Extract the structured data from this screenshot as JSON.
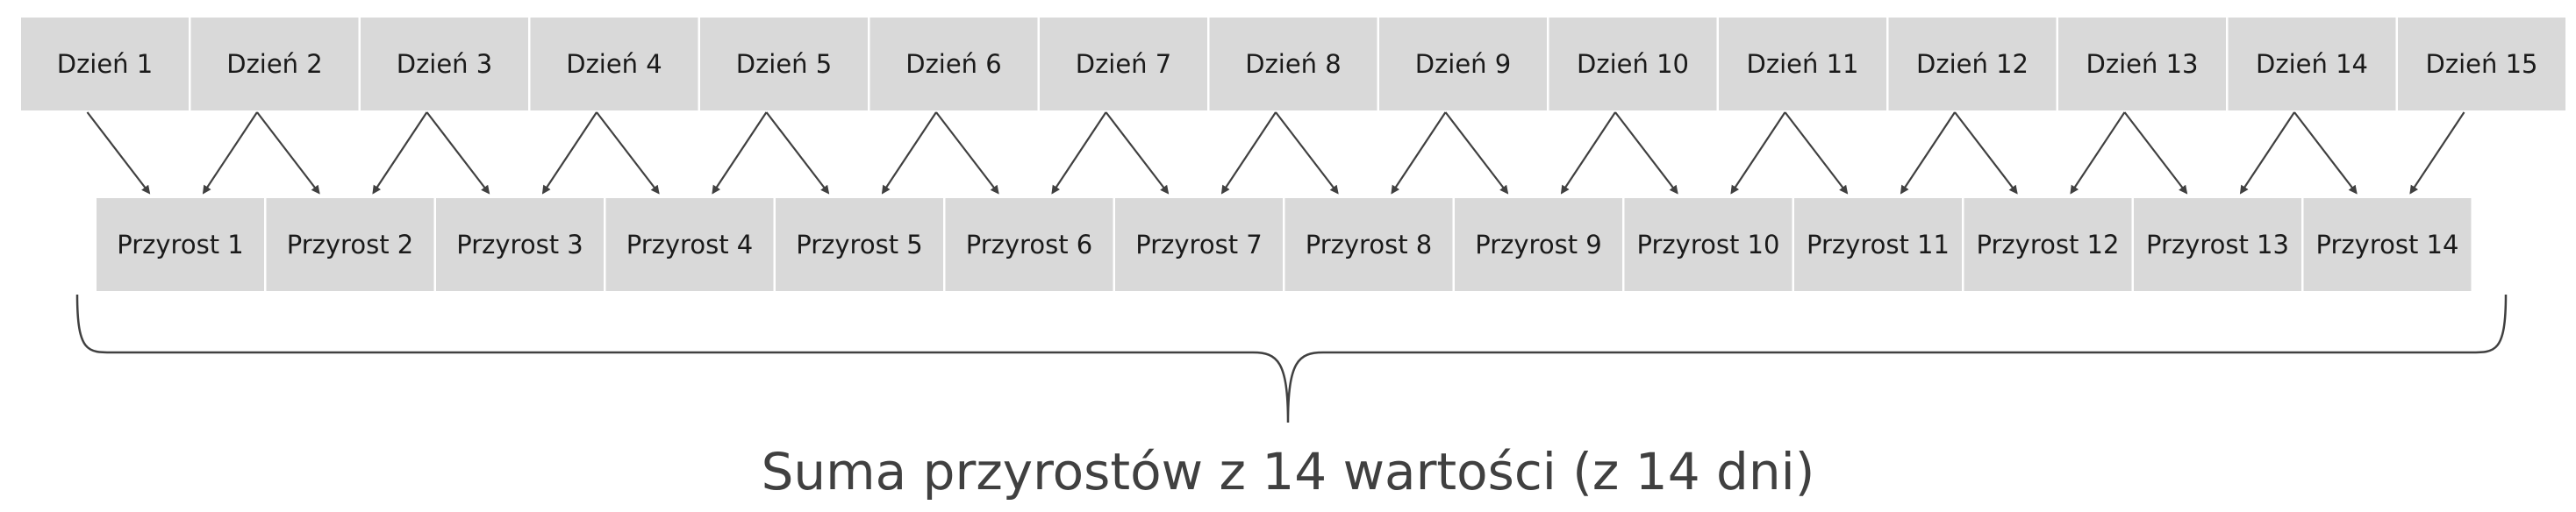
{
  "days": [
    "Dzień 1",
    "Dzień 2",
    "Dzień 3",
    "Dzień 4",
    "Dzień 5",
    "Dzień 6",
    "Dzień 7",
    "Dzień 8",
    "Dzień 9",
    "Dzień 10",
    "Dzień 11",
    "Dzień 12",
    "Dzień 13",
    "Dzień 14",
    "Dzień 15"
  ],
  "increments": [
    "Przyrost 1",
    "Przyrost 2",
    "Przyrost 3",
    "Przyrost 4",
    "Przyrost 5",
    "Przyrost 6",
    "Przyrost 7",
    "Przyrost 8",
    "Przyrost 9",
    "Przyrost 10",
    "Przyrost 11",
    "Przyrost 12",
    "Przyrost 13",
    "Przyrost 14"
  ],
  "summary": "Suma przyrostów z 14 wartości (z 14 dni)",
  "colors": {
    "box_fill": "#d9d9d9",
    "text": "#1a1a1a",
    "arrow": "#404040",
    "brace": "#404040"
  }
}
